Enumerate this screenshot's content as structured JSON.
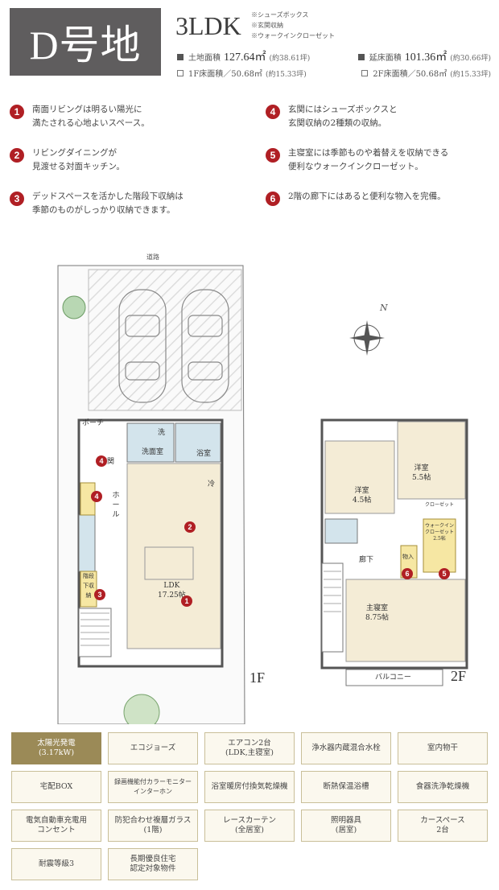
{
  "header": {
    "lot": "D号地",
    "layout": "3LDK",
    "features": [
      "※シューズボックス",
      "※玄関収納",
      "※ウォークインクローゼット"
    ],
    "areas": [
      {
        "label": "土地面積",
        "value": "127.64㎡",
        "sub": "(約38.61坪)",
        "filled": true
      },
      {
        "label": "延床面積",
        "value": "101.36㎡",
        "sub": "(約30.66坪)",
        "filled": true
      },
      {
        "label": "1F床面積／50.68㎡",
        "value": "",
        "sub": "(約15.33坪)",
        "filled": false
      },
      {
        "label": "2F床面積／50.68㎡",
        "value": "",
        "sub": "(約15.33坪)",
        "filled": false
      }
    ]
  },
  "points": [
    {
      "n": "1",
      "line1": "南面リビングは明るい陽光に",
      "line2": "満たされる心地よいスペース。"
    },
    {
      "n": "2",
      "line1": "リビングダイニングが",
      "line2": "見渡せる対面キッチン。"
    },
    {
      "n": "3",
      "line1": "デッドスペースを活かした階段下収納は",
      "line2": "季節のものがしっかり収納できます。"
    },
    {
      "n": "4",
      "line1": "玄関にはシューズボックスと",
      "line2": "玄関収納の2種類の収納。"
    },
    {
      "n": "5",
      "line1": "主寝室には季節ものや着替えを収納できる",
      "line2": "便利なウォークインクローゼット。"
    },
    {
      "n": "6",
      "line1": "2階の廊下にはあると便利な物入を完備。",
      "line2": ""
    }
  ],
  "plan": {
    "road": "道路",
    "floor1": "1F",
    "floor2": "2F",
    "rooms1": {
      "porch": "ポーチ",
      "entrance": "玄関",
      "hall": "ホール",
      "wash": "洗",
      "washroom": "洗面室",
      "bath": "浴室",
      "cold": "冷",
      "ldk": "LDK",
      "ldk_size": "17.25帖",
      "storage": "階段下収納"
    },
    "rooms2": {
      "western1": "洋室",
      "western1_size": "4.5帖",
      "western2": "洋室",
      "western2_size": "5.5帖",
      "corridor": "廊下",
      "master": "主寝室",
      "master_size": "8.75帖",
      "balcony": "バルコニー",
      "closet": "クローゼット",
      "wic": "ウォークインクローゼット",
      "wic_size": "2.5帖",
      "storage": "物入"
    },
    "pins": {
      "p1": "1",
      "p2": "2",
      "p3": "3",
      "p4": "4",
      "p5": "5",
      "p6": "6",
      "p1b": "1"
    },
    "compass": "N"
  },
  "equipment": [
    {
      "label": "太陽光発電\n(3.17kW)",
      "highlight": true
    },
    {
      "label": "エコジョーズ",
      "highlight": false
    },
    {
      "label": "エアコン2台\n(LDK,主寝室)",
      "highlight": false
    },
    {
      "label": "浄水器内蔵混合水栓",
      "highlight": false
    },
    {
      "label": "室内物干",
      "highlight": false
    },
    {
      "label": "宅配BOX",
      "highlight": false
    },
    {
      "label": "録画機能付カラーモニター\nインターホン",
      "highlight": false
    },
    {
      "label": "浴室暖房付換気乾燥機",
      "highlight": false
    },
    {
      "label": "断熱保温浴槽",
      "highlight": false
    },
    {
      "label": "食器洗浄乾燥機",
      "highlight": false
    },
    {
      "label": "電気自動車充電用\nコンセント",
      "highlight": false
    },
    {
      "label": "防犯合わせ複層ガラス\n(1階)",
      "highlight": false
    },
    {
      "label": "レースカーテン\n(全居室)",
      "highlight": false
    },
    {
      "label": "照明器具\n(居室)",
      "highlight": false
    },
    {
      "label": "カースペース\n2台",
      "highlight": false
    },
    {
      "label": "耐震等級3",
      "highlight": false
    },
    {
      "label": "長期優良住宅\n認定対象物件",
      "highlight": false
    }
  ]
}
